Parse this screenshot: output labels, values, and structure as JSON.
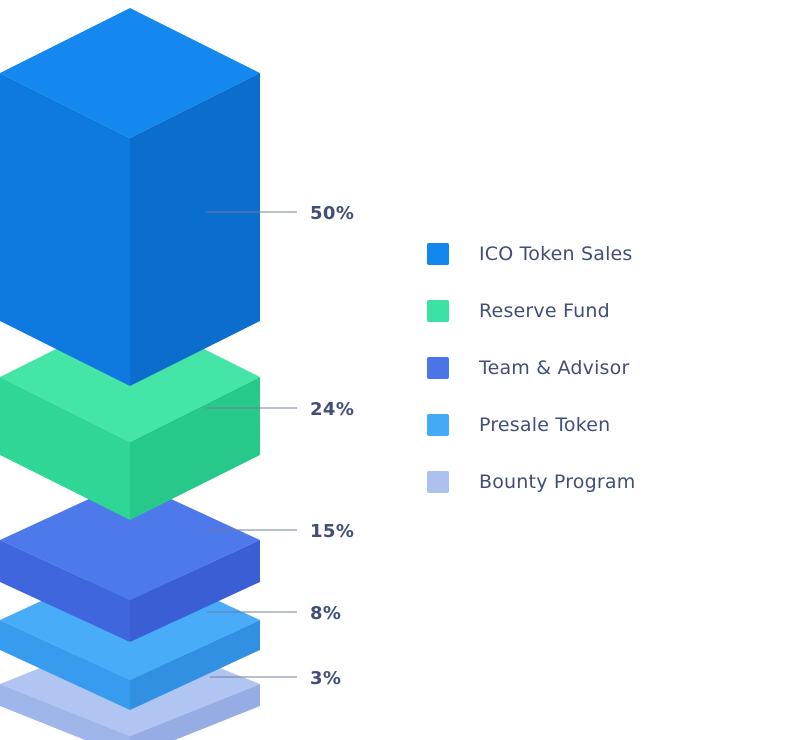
{
  "chart_data": {
    "type": "bar",
    "variant": "isometric-stacked-blocks",
    "title": "",
    "unit": "%",
    "legend_position": "right",
    "categories": [
      "ICO Token Sales",
      "Reserve Fund",
      "Team & Advisor",
      "Presale Token",
      "Bounty Program"
    ],
    "values": [
      50,
      24,
      15,
      8,
      3
    ],
    "items": [
      {
        "label": "ICO Token Sales",
        "value": 50,
        "value_label": "50%",
        "color_top": "#1588F0",
        "color_left": "#0E7ADF",
        "color_right": "#0B6DCE",
        "legend_color": "#1387EE"
      },
      {
        "label": "Reserve Fund",
        "value": 24,
        "value_label": "24%",
        "color_top": "#44E5A7",
        "color_left": "#2ED795",
        "color_right": "#27C98A",
        "legend_color": "#3CE2A3"
      },
      {
        "label": "Team & Advisor",
        "value": 15,
        "value_label": "15%",
        "color_top": "#4D79EB",
        "color_left": "#3F66DD",
        "color_right": "#3A5ED3",
        "legend_color": "#4A74E8"
      },
      {
        "label": "Presale Token",
        "value": 8,
        "value_label": "8%",
        "color_top": "#48ACF8",
        "color_left": "#389CEE",
        "color_right": "#3190E2",
        "legend_color": "#44AAF7"
      },
      {
        "label": "Bounty Program",
        "value": 3,
        "value_label": "3%",
        "color_top": "#B0C5F1",
        "color_left": "#9FB6EA",
        "color_right": "#95ADE3",
        "legend_color": "#ACC1EE"
      }
    ]
  },
  "text_color": "#404E78",
  "line_color": "#707C9C",
  "background": "#FFFFFF"
}
